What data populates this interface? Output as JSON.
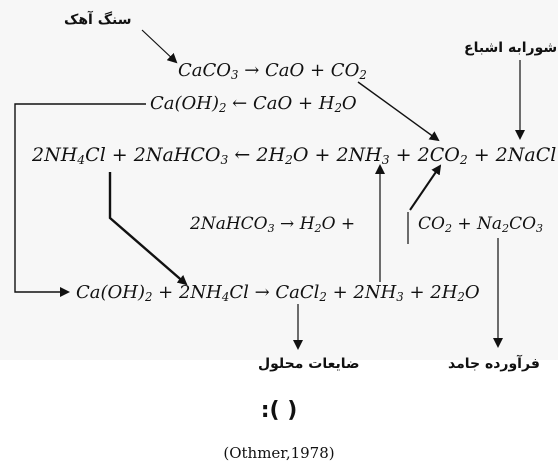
{
  "labels": {
    "limestone": "سنگ آهک",
    "brine": "شورابه اشباع",
    "liquid_waste": "ضایعات محلول",
    "solid_product": "فرآورده جامد"
  },
  "equations": {
    "eq1": [
      "CaCO",
      "3",
      " → CaO + CO",
      "2"
    ],
    "eq2": [
      "Ca(OH)",
      "2",
      " ← CaO + H",
      "2",
      "O"
    ],
    "eq3": [
      "2NH",
      "4",
      "Cl + 2NaHCO",
      "3",
      " ← 2H",
      "2",
      "O + 2NH",
      "3",
      " + 2CO",
      "2",
      " + 2NaCl"
    ],
    "eq4a": [
      "2NaHCO",
      "3",
      " → H",
      "2",
      "O + "
    ],
    "eq4b": [
      "CO",
      "2",
      " + Na",
      "2",
      "CO",
      "3"
    ],
    "eq5": [
      "Ca(OH)",
      "2",
      " + 2NH",
      "4",
      "Cl → CaCl",
      "2",
      " + 2NH",
      "3",
      " + 2H",
      "2",
      "O"
    ]
  },
  "caption": ":( )",
  "source": "(Othmer,1978)"
}
